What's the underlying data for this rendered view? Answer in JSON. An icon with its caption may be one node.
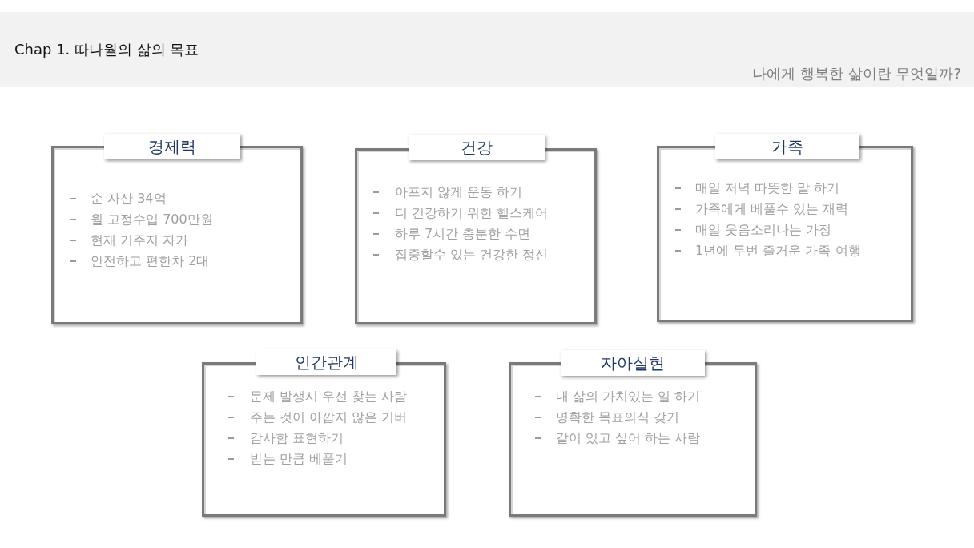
{
  "diagram": {
    "title": "Chap 1. 따나월의 삶의 목표",
    "nodes": [
      {
        "text": [
          "경제력",
          "순 자산 34억",
          "월 고정수입 700만원",
          "현재 거주지 자가",
          "안전하고 편한차 2대"
        ]
      },
      {
        "text": [
          "건강",
          "아프지 않게 운동 하기",
          "더 건강하기 위한 헬스케어",
          "하루 7시간 충분한 수면",
          "집중할수 있는 건강한 정신"
        ]
      },
      {
        "text": [
          "가족",
          "매일 저녁 따뜻한 말 하기",
          "가족에게 베풀수 있는 재력",
          "매일 웃음소리나는 가정",
          "1년에 두번 즐거운 가족 여행"
        ]
      },
      {
        "text": [
          "인간관계",
          "문제 발생시 우선 찾는 사람",
          "주는 것이 아깝지 않은 기버",
          "감사함 표현하기",
          "받는 만큼 베풀기"
        ]
      },
      {
        "text": [
          "자아실현",
          "내 삶의 가치있는 일 하기",
          "명확한 목표의식 갖기",
          "같이 있고 싶어 하는 사람"
        ]
      }
    ],
    "labels": [
      "나에게 행복한 삶이란 무엇일까?"
    ]
  }
}
